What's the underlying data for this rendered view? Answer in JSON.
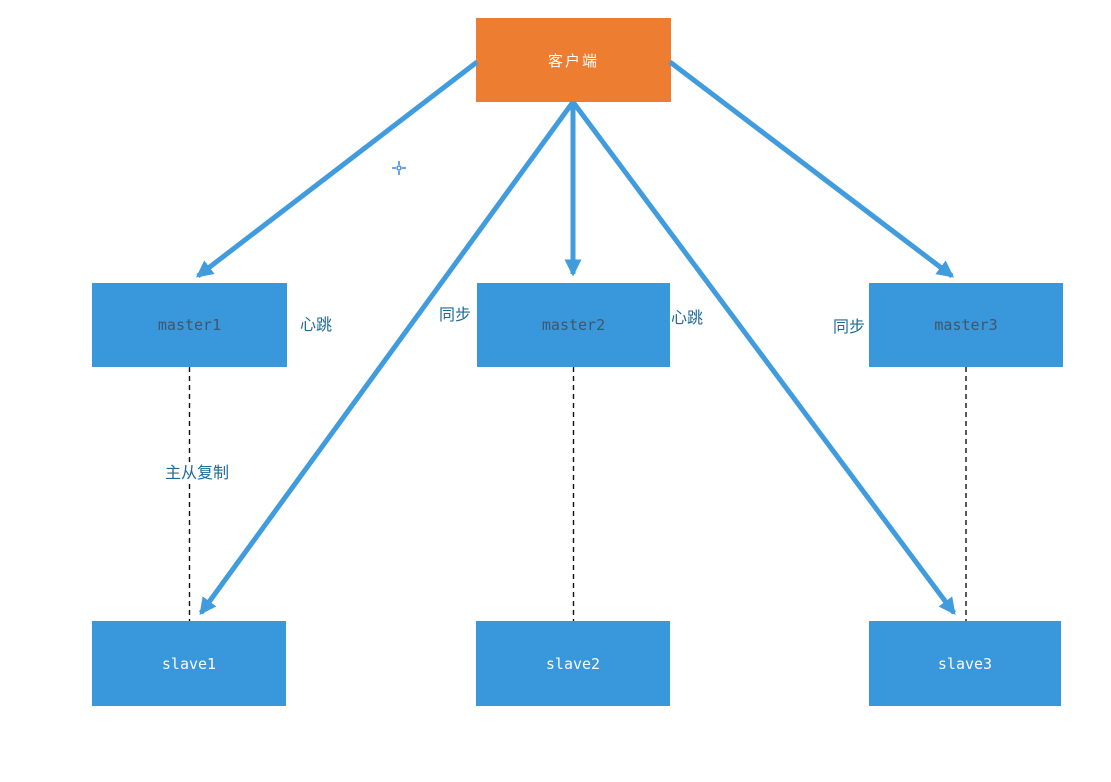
{
  "diagram": {
    "nodes": {
      "client": {
        "label": "客户端",
        "shape": "rect",
        "fill": "#ED7D31",
        "text_color": "#FFFFFF"
      },
      "master1": {
        "label": "master1",
        "shape": "rect",
        "fill": "#3898DB",
        "text_color": "#44546A"
      },
      "master2": {
        "label": "master2",
        "shape": "rect",
        "fill": "#3898DB",
        "text_color": "#44546A"
      },
      "master3": {
        "label": "master3",
        "shape": "rect",
        "fill": "#3898DB",
        "text_color": "#44546A"
      },
      "slave1": {
        "label": "slave1",
        "shape": "rect",
        "fill": "#3898DB",
        "text_color": "#FFFFFF"
      },
      "slave2": {
        "label": "slave2",
        "shape": "rect",
        "fill": "#3898DB",
        "text_color": "#FFFFFF"
      },
      "slave3": {
        "label": "slave3",
        "shape": "rect",
        "fill": "#3898DB",
        "text_color": "#FFFFFF"
      }
    },
    "edges": [
      {
        "from": "client",
        "to": "master1",
        "style": "solid-arrow"
      },
      {
        "from": "client",
        "to": "master2",
        "style": "solid-arrow"
      },
      {
        "from": "client",
        "to": "master3",
        "style": "solid-arrow"
      },
      {
        "from": "client",
        "to": "slave1",
        "style": "solid-arrow"
      },
      {
        "from": "client",
        "to": "slave3",
        "style": "solid-arrow"
      },
      {
        "from": "master1",
        "to": "slave1",
        "style": "dashed"
      },
      {
        "from": "master2",
        "to": "slave2",
        "style": "dashed"
      },
      {
        "from": "master3",
        "to": "slave3",
        "style": "dashed"
      }
    ],
    "edge_labels": {
      "heartbeat_left": "心跳",
      "sync_left": "同步",
      "heartbeat_right": "心跳",
      "sync_right": "同步",
      "replication": "主从复制"
    },
    "colors": {
      "client_fill": "#ED7D31",
      "node_fill": "#3898DB",
      "connector": "#419CDE",
      "dashed_line": "#111111",
      "edge_label_text": "#1C6B99",
      "master_text": "#44546A",
      "crosshair": "#4A90D9",
      "background": "#FFFFFF"
    },
    "icons": {
      "crosshair": "connection-point-crosshair-icon"
    }
  }
}
